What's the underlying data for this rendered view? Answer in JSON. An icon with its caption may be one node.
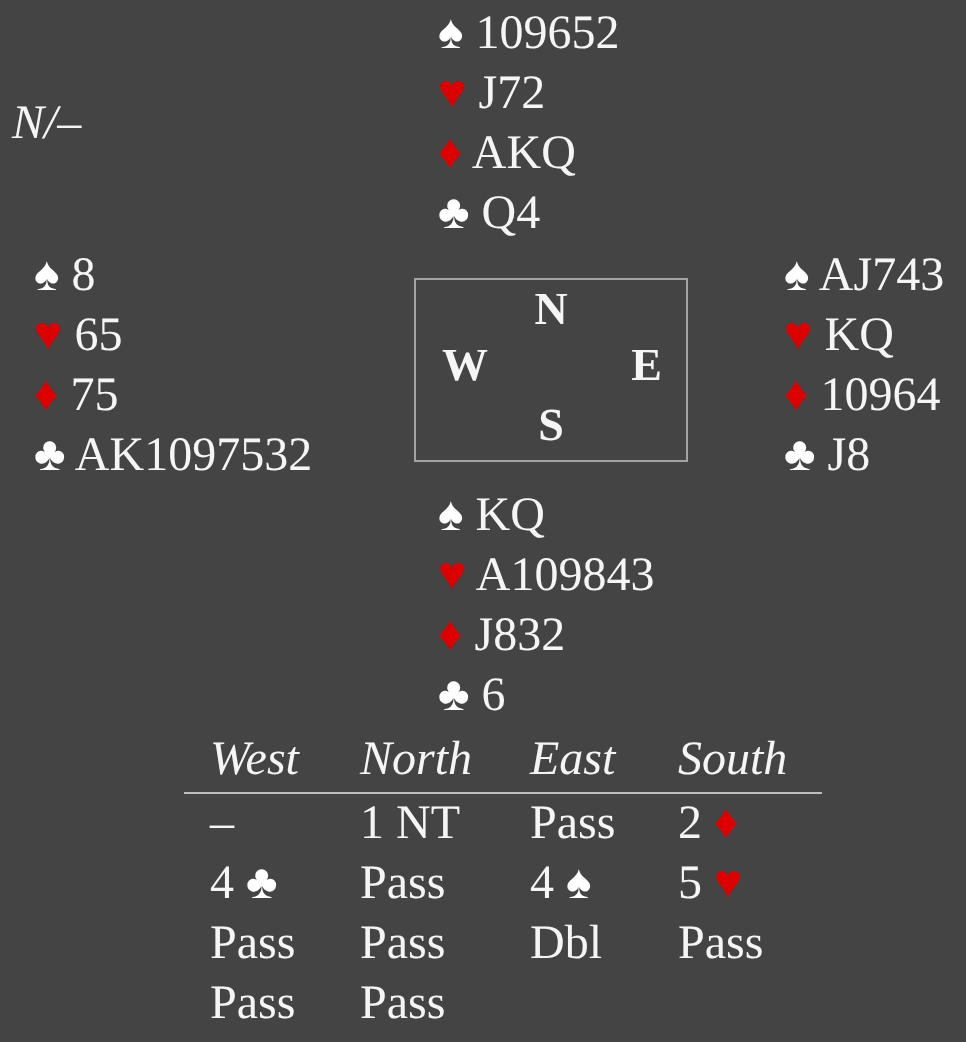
{
  "diagram": {
    "nodes": [
      {
        "text": [
          "N",
          "W",
          "E",
          "S"
        ]
      }
    ],
    "labels": [
      "N/–",
      "♠ 109652",
      "♥ J72",
      "♦ AKQ",
      "♣ Q4",
      "♠ 8",
      "♥ 65",
      "♦ 75",
      "♣ AK1097532",
      "♠ AJ743",
      "♥ KQ",
      "♦ 10964",
      "♣ J8",
      "♠ KQ",
      "♥ A109843",
      "♦ J832",
      "♣ 6",
      "West",
      "North",
      "East",
      "South",
      "–",
      "1 NT",
      "Pass",
      "2 ♦",
      "4 ♣",
      "Pass",
      "4 ♠",
      "5 ♥",
      "Pass",
      "Pass",
      "Dbl",
      "Pass",
      "Pass",
      "Pass"
    ]
  }
}
